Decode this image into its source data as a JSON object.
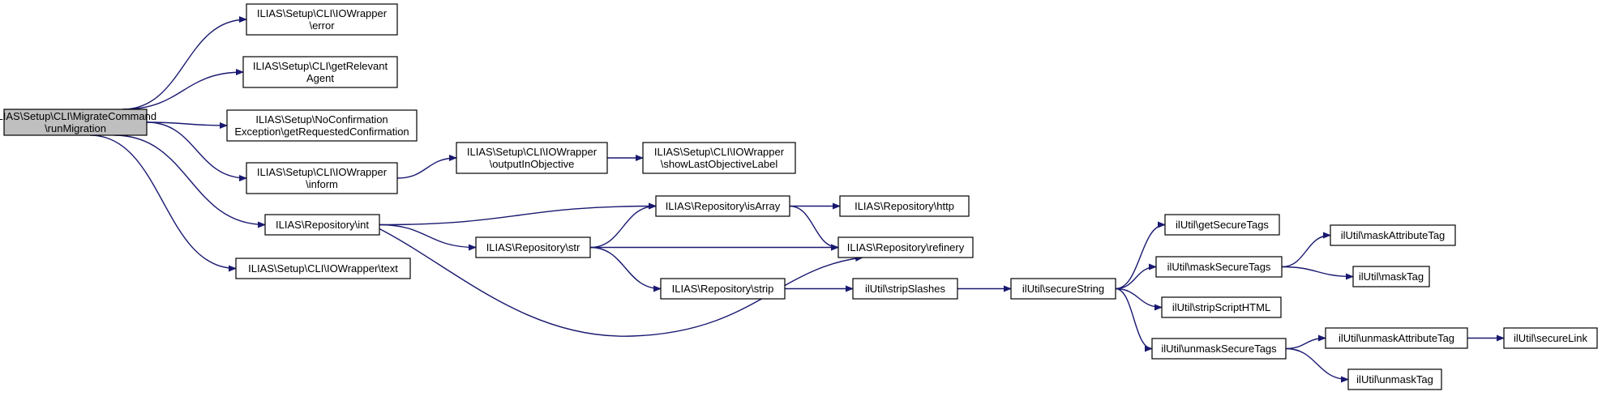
{
  "nodes": [
    {
      "id": "root",
      "lines": [
        "ILIAS\\Setup\\CLI\\MigrateCommand",
        "\\runMigration"
      ],
      "root": true
    },
    {
      "id": "error",
      "lines": [
        "ILIAS\\Setup\\CLI\\IOWrapper",
        "\\error"
      ]
    },
    {
      "id": "getRelevantAgent",
      "lines": [
        "ILIAS\\Setup\\CLI\\getRelevant",
        "Agent"
      ]
    },
    {
      "id": "noConfirmation",
      "lines": [
        "ILIAS\\Setup\\NoConfirmation",
        "Exception\\getRequestedConfirmation"
      ]
    },
    {
      "id": "inform",
      "lines": [
        "ILIAS\\Setup\\CLI\\IOWrapper",
        "\\inform"
      ]
    },
    {
      "id": "int",
      "lines": [
        "ILIAS\\Repository\\int"
      ]
    },
    {
      "id": "text",
      "lines": [
        "ILIAS\\Setup\\CLI\\IOWrapper\\text"
      ]
    },
    {
      "id": "outputInObjective",
      "lines": [
        "ILIAS\\Setup\\CLI\\IOWrapper",
        "\\outputInObjective"
      ]
    },
    {
      "id": "showLastObjectiveLabel",
      "lines": [
        "ILIAS\\Setup\\CLI\\IOWrapper",
        "\\showLastObjectiveLabel"
      ]
    },
    {
      "id": "isArray",
      "lines": [
        "ILIAS\\Repository\\isArray"
      ]
    },
    {
      "id": "str",
      "lines": [
        "ILIAS\\Repository\\str"
      ]
    },
    {
      "id": "strip",
      "lines": [
        "ILIAS\\Repository\\strip"
      ]
    },
    {
      "id": "http",
      "lines": [
        "ILIAS\\Repository\\http"
      ]
    },
    {
      "id": "refinery",
      "lines": [
        "ILIAS\\Repository\\refinery"
      ]
    },
    {
      "id": "stripSlashes",
      "lines": [
        "ilUtil\\stripSlashes"
      ]
    },
    {
      "id": "secureString",
      "lines": [
        "ilUtil\\secureString"
      ]
    },
    {
      "id": "getSecureTags",
      "lines": [
        "ilUtil\\getSecureTags"
      ]
    },
    {
      "id": "maskSecureTags",
      "lines": [
        "ilUtil\\maskSecureTags"
      ]
    },
    {
      "id": "stripScriptHTML",
      "lines": [
        "ilUtil\\stripScriptHTML"
      ]
    },
    {
      "id": "unmaskSecureTags",
      "lines": [
        "ilUtil\\unmaskSecureTags"
      ]
    },
    {
      "id": "maskAttributeTag",
      "lines": [
        "ilUtil\\maskAttributeTag"
      ]
    },
    {
      "id": "maskTag",
      "lines": [
        "ilUtil\\maskTag"
      ]
    },
    {
      "id": "unmaskAttributeTag",
      "lines": [
        "ilUtil\\unmaskAttributeTag"
      ]
    },
    {
      "id": "unmaskTag",
      "lines": [
        "ilUtil\\unmaskTag"
      ]
    },
    {
      "id": "secureLink",
      "lines": [
        "ilUtil\\secureLink"
      ]
    }
  ],
  "edges": [
    [
      "root",
      "error"
    ],
    [
      "root",
      "getRelevantAgent"
    ],
    [
      "root",
      "noConfirmation"
    ],
    [
      "root",
      "inform"
    ],
    [
      "root",
      "int"
    ],
    [
      "root",
      "text"
    ],
    [
      "inform",
      "outputInObjective"
    ],
    [
      "outputInObjective",
      "showLastObjectiveLabel"
    ],
    [
      "int",
      "isArray"
    ],
    [
      "int",
      "str"
    ],
    [
      "int",
      "refinery"
    ],
    [
      "str",
      "isArray"
    ],
    [
      "str",
      "refinery"
    ],
    [
      "str",
      "strip"
    ],
    [
      "isArray",
      "http"
    ],
    [
      "isArray",
      "refinery"
    ],
    [
      "strip",
      "stripSlashes"
    ],
    [
      "stripSlashes",
      "secureString"
    ],
    [
      "secureString",
      "getSecureTags"
    ],
    [
      "secureString",
      "maskSecureTags"
    ],
    [
      "secureString",
      "stripScriptHTML"
    ],
    [
      "secureString",
      "unmaskSecureTags"
    ],
    [
      "maskSecureTags",
      "maskAttributeTag"
    ],
    [
      "maskSecureTags",
      "maskTag"
    ],
    [
      "unmaskSecureTags",
      "unmaskAttributeTag"
    ],
    [
      "unmaskSecureTags",
      "unmaskTag"
    ],
    [
      "unmaskAttributeTag",
      "secureLink"
    ]
  ],
  "colors": {
    "edge": "#191970",
    "root_fill": "#bfbfbf",
    "node_fill": "#ffffff"
  }
}
